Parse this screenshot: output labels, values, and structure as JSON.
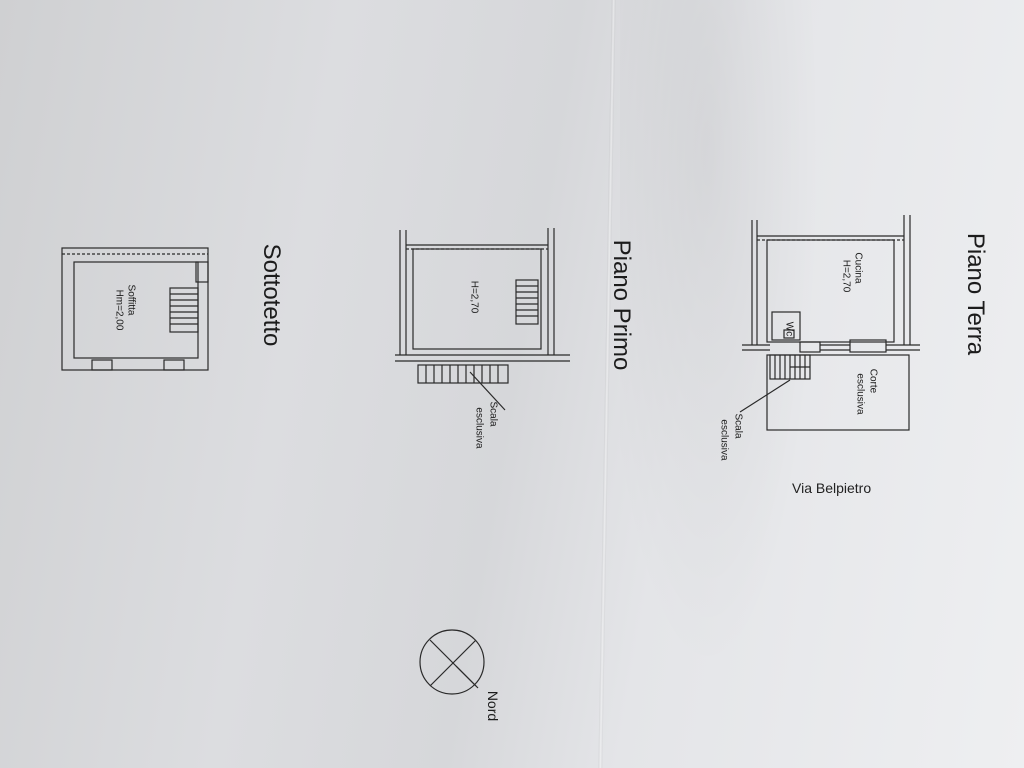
{
  "floors": {
    "piano_terra": {
      "title": "Piano Terra",
      "room_name": "Cucina",
      "room_height": "H=2,70",
      "wc": "Wc",
      "court_line1": "Corte",
      "court_line2": "esclusiva",
      "stair_line1": "Scala",
      "stair_line2": "esclusiva"
    },
    "piano_primo": {
      "title": "Piano Primo",
      "room_height": "H=2,70",
      "stair_line1": "Scala",
      "stair_line2": "esclusiva"
    },
    "sottotetto": {
      "title": "Sottotetto",
      "room_name": "Soffitta",
      "room_height": "Hm=2,00"
    }
  },
  "street": "Via Belpietro",
  "compass": {
    "label": "Nord"
  }
}
